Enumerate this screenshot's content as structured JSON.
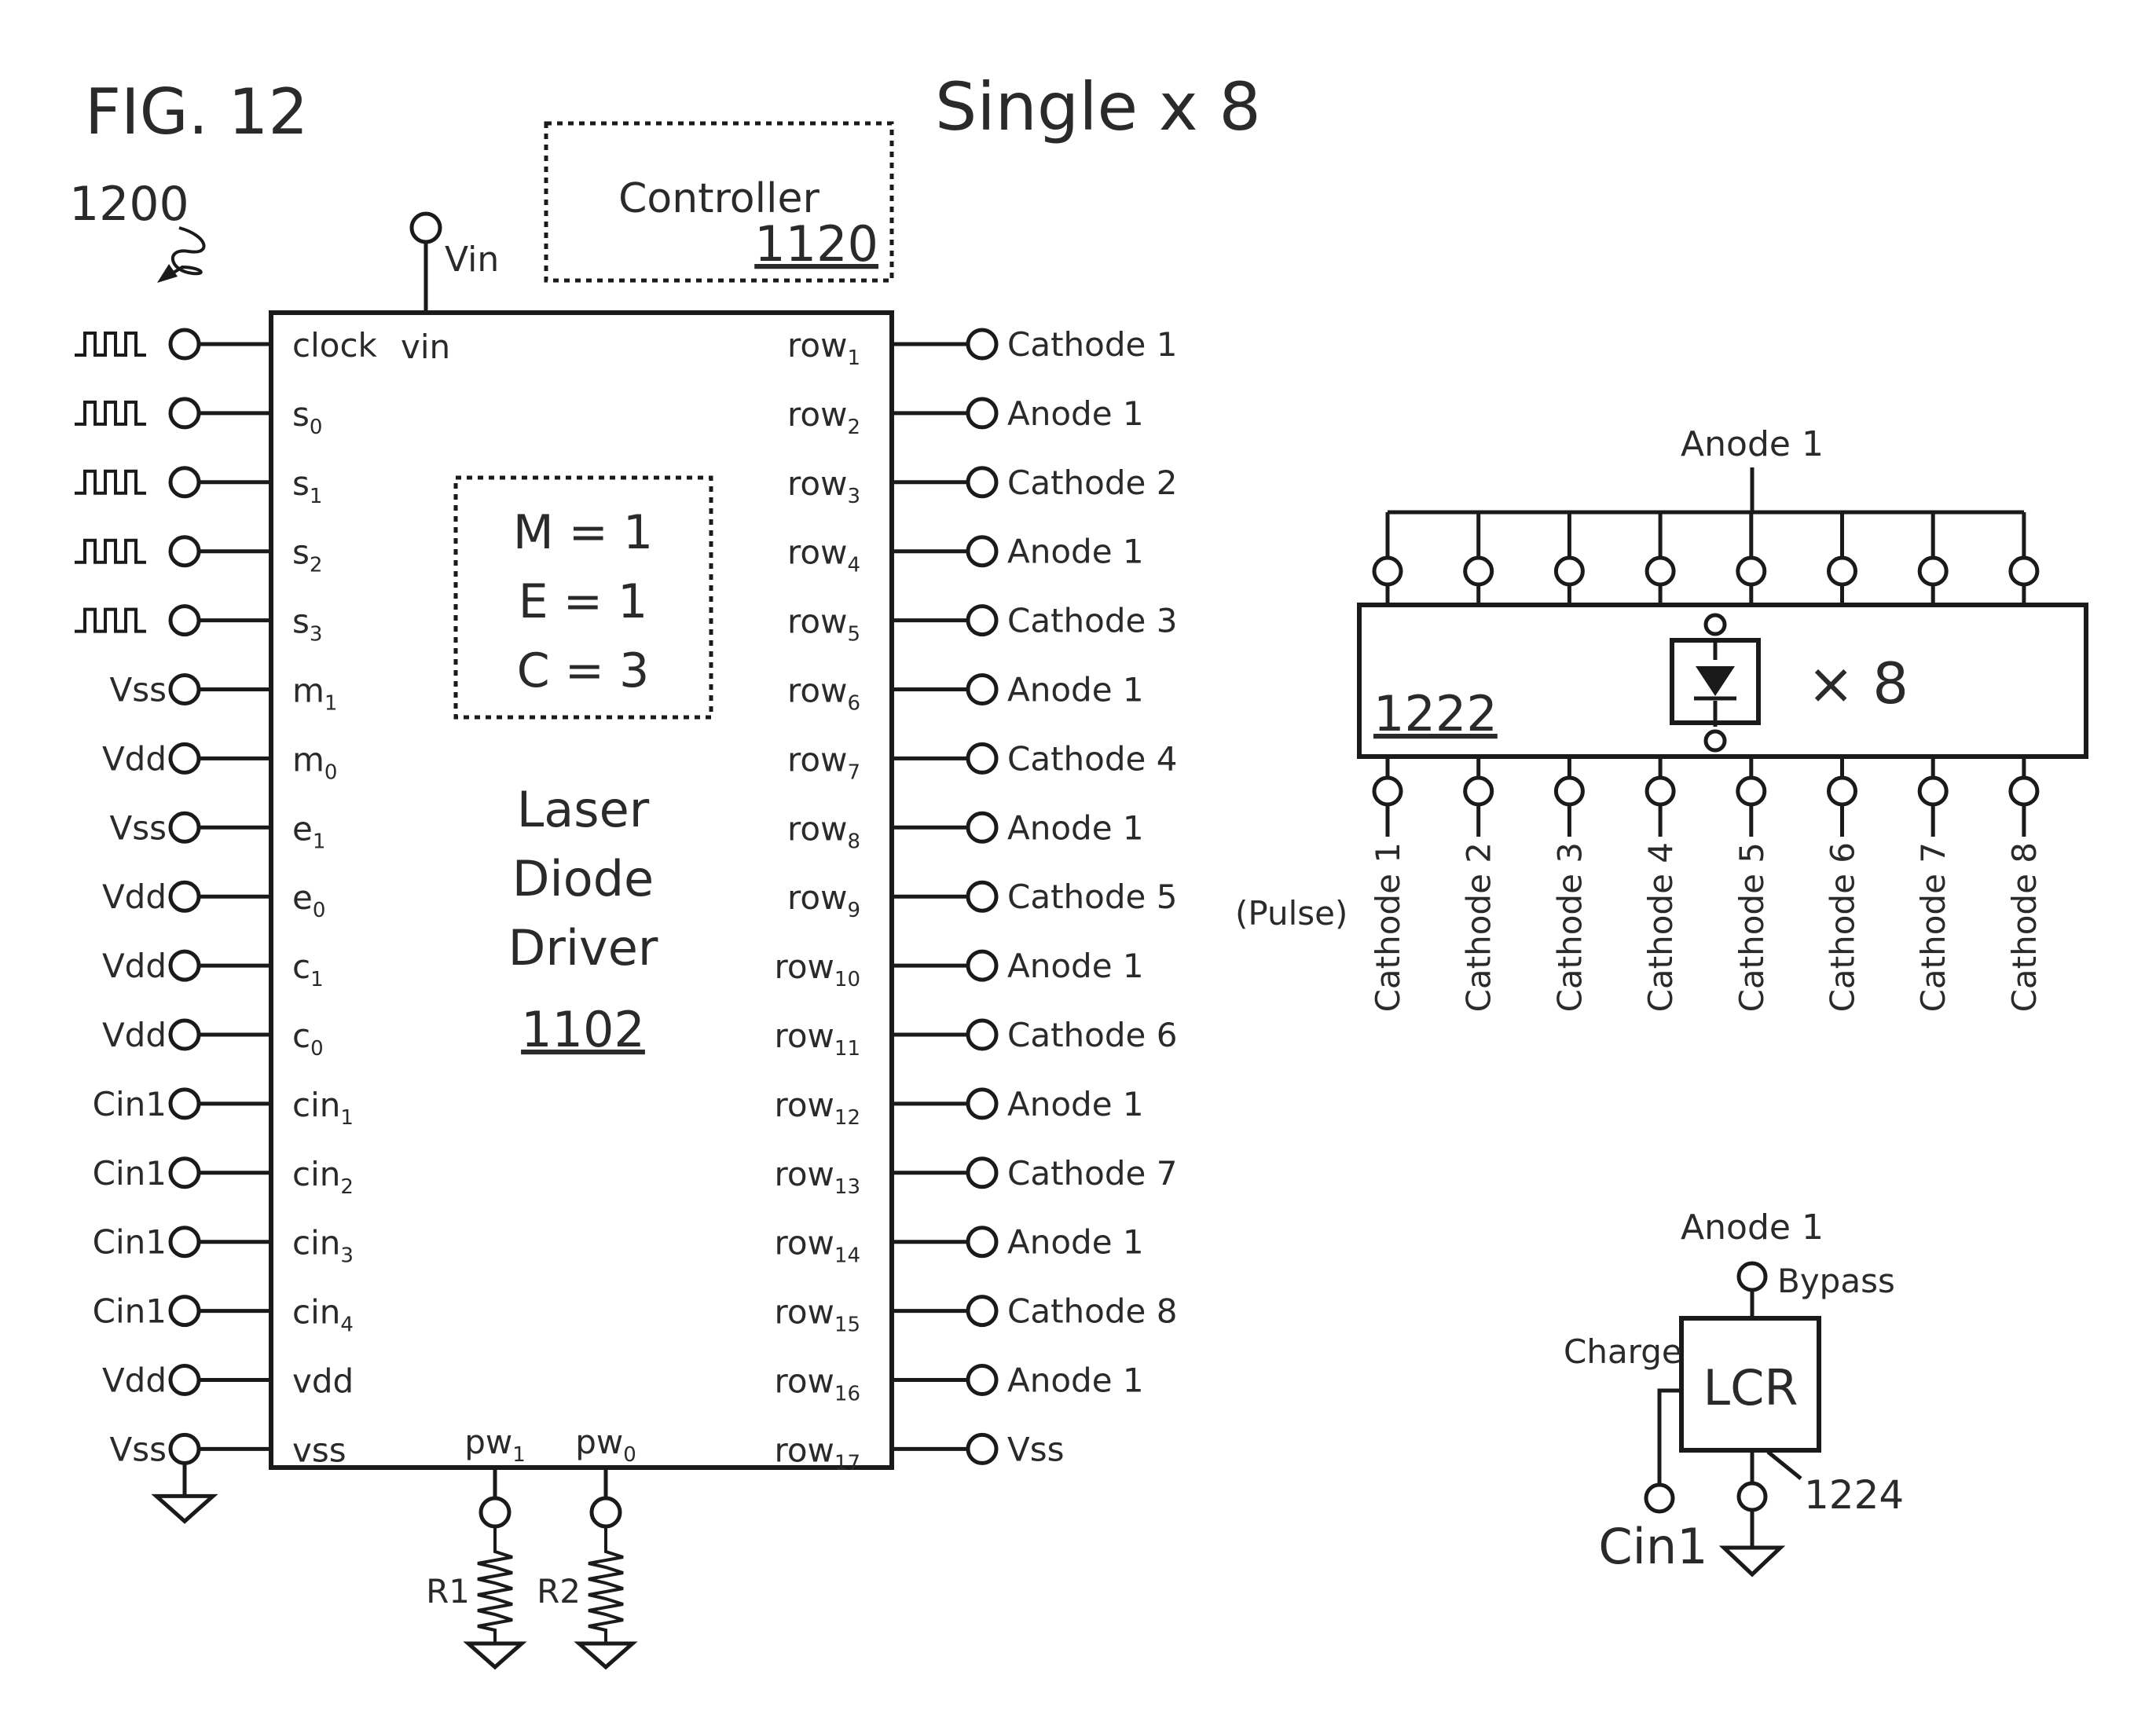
{
  "title": {
    "figure": "FIG. 12",
    "config": "Single x 8",
    "ref": "1200"
  },
  "controller": {
    "label": "Controller",
    "ref": "1120"
  },
  "vin_label": "Vin",
  "driver": {
    "name_lines": [
      "Laser",
      "Diode",
      "Driver"
    ],
    "ref": "1102",
    "params": [
      "M = 1",
      "E = 1",
      "C = 3"
    ],
    "top_pin": "vin",
    "left_pins": [
      {
        "base": "clock",
        "sub": "",
        "ext": "",
        "signal": "clock"
      },
      {
        "base": "s",
        "sub": "0",
        "ext": "",
        "signal": "clock"
      },
      {
        "base": "s",
        "sub": "1",
        "ext": "",
        "signal": "clock"
      },
      {
        "base": "s",
        "sub": "2",
        "ext": "",
        "signal": "clock"
      },
      {
        "base": "s",
        "sub": "3",
        "ext": "",
        "signal": "clock"
      },
      {
        "base": "m",
        "sub": "1",
        "ext": "Vss",
        "signal": "level"
      },
      {
        "base": "m",
        "sub": "0",
        "ext": "Vdd",
        "signal": "level"
      },
      {
        "base": "e",
        "sub": "1",
        "ext": "Vss",
        "signal": "level"
      },
      {
        "base": "e",
        "sub": "0",
        "ext": "Vdd",
        "signal": "level"
      },
      {
        "base": "c",
        "sub": "1",
        "ext": "Vdd",
        "signal": "level"
      },
      {
        "base": "c",
        "sub": "0",
        "ext": "Vdd",
        "signal": "level"
      },
      {
        "base": "cin",
        "sub": "1",
        "ext": "Cin1",
        "signal": "level"
      },
      {
        "base": "cin",
        "sub": "2",
        "ext": "Cin1",
        "signal": "level"
      },
      {
        "base": "cin",
        "sub": "3",
        "ext": "Cin1",
        "signal": "level"
      },
      {
        "base": "cin",
        "sub": "4",
        "ext": "Cin1",
        "signal": "level"
      },
      {
        "base": "vdd",
        "sub": "",
        "ext": "Vdd",
        "signal": "level"
      },
      {
        "base": "vss",
        "sub": "",
        "ext": "Vss",
        "signal": "ground"
      }
    ],
    "right_pins": [
      {
        "sub": "1",
        "ext": "Cathode 1"
      },
      {
        "sub": "2",
        "ext": "Anode 1"
      },
      {
        "sub": "3",
        "ext": "Cathode 2"
      },
      {
        "sub": "4",
        "ext": "Anode 1"
      },
      {
        "sub": "5",
        "ext": "Cathode 3"
      },
      {
        "sub": "6",
        "ext": "Anode 1"
      },
      {
        "sub": "7",
        "ext": "Cathode 4"
      },
      {
        "sub": "8",
        "ext": "Anode 1"
      },
      {
        "sub": "9",
        "ext": "Cathode 5"
      },
      {
        "sub": "10",
        "ext": "Anode 1"
      },
      {
        "sub": "11",
        "ext": "Cathode 6"
      },
      {
        "sub": "12",
        "ext": "Anode 1"
      },
      {
        "sub": "13",
        "ext": "Cathode 7"
      },
      {
        "sub": "14",
        "ext": "Anode 1"
      },
      {
        "sub": "15",
        "ext": "Cathode 8"
      },
      {
        "sub": "16",
        "ext": "Anode 1"
      },
      {
        "sub": "17",
        "ext": "Vss"
      }
    ],
    "right_pin_base": "row",
    "bottom_pins": [
      {
        "base": "pw",
        "sub": "1",
        "resistor": "R1"
      },
      {
        "base": "pw",
        "sub": "0",
        "resistor": "R2"
      }
    ]
  },
  "laser_array": {
    "ref": "1222",
    "multiplier": "× 8",
    "anode_label": "Anode 1",
    "pulse_label": "(Pulse)",
    "cathodes": [
      "Cathode 1",
      "Cathode 2",
      "Cathode 3",
      "Cathode 4",
      "Cathode 5",
      "Cathode 6",
      "Cathode 7",
      "Cathode 8"
    ]
  },
  "lcr": {
    "label": "LCR",
    "ref": "1224",
    "anode_label": "Anode 1",
    "bypass_label": "Bypass",
    "charge_label": "Charge",
    "cin_label": "Cin1"
  }
}
